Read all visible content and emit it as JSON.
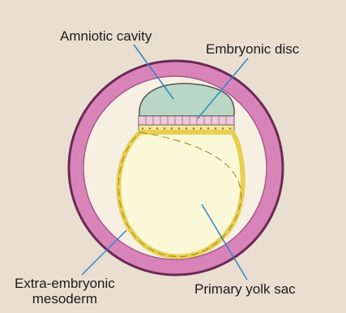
{
  "labels": {
    "amniotic_cavity": "Amniotic cavity",
    "embryonic_disc": "Embryonic disc",
    "extra_embryonic_mesoderm_line1": "Extra-embryonic",
    "extra_embryonic_mesoderm_line2": "mesoderm",
    "primary_yolk_sac": "Primary yolk sac"
  },
  "colors": {
    "background": "#e9ded0",
    "mesoderm_ring": "#d984b8",
    "chorion_outline": "#6a2a55",
    "amniotic_cavity": "#b8d7c5",
    "epiblast": "#f0c9de",
    "hypoblast": "#f4e896",
    "yolk_sac": "#fbf8d8",
    "yolk_sac_border": "#e7cf52",
    "leader_line": "#2d86c9"
  }
}
